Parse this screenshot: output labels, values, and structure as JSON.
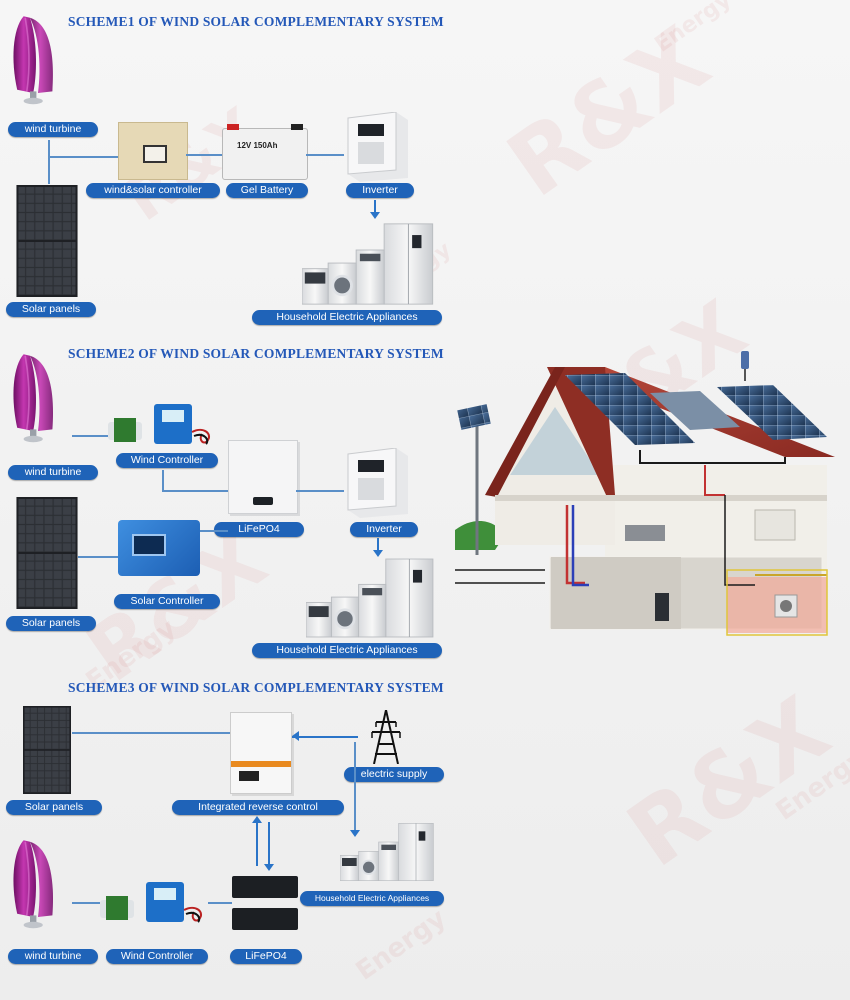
{
  "watermark": {
    "brand": "R&X",
    "sub": "Energy"
  },
  "scheme1": {
    "title": "SCHEME1 OF WIND SOLAR COMPLEMENTARY SYSTEM",
    "labels": {
      "turbine": "wind turbine",
      "controller": "wind&solar controller",
      "battery": "Gel Battery",
      "inverter": "Inverter",
      "solar": "Solar panels",
      "appliances": "Household Electric Appliances"
    },
    "battery_print": "12V 150Ah"
  },
  "scheme2": {
    "title": "SCHEME2 OF WIND SOLAR COMPLEMENTARY SYSTEM",
    "labels": {
      "turbine": "wind turbine",
      "wind_controller": "Wind Controller",
      "lifepo4": "LiFePO4",
      "inverter": "Inverter",
      "solar": "Solar panels",
      "solar_controller": "Solar Controller",
      "appliances": "Household Electric Appliances"
    }
  },
  "scheme3": {
    "title": "SCHEME3 OF WIND SOLAR COMPLEMENTARY SYSTEM",
    "labels": {
      "solar": "Solar panels",
      "integrated": "Integrated reverse control",
      "electric_supply": "electric supply",
      "appliances": "Household Electric Appliances",
      "turbine": "wind turbine",
      "wind_controller": "Wind Controller",
      "lifepo4": "LiFePO4"
    }
  },
  "colors": {
    "title": "#2458b8",
    "label_bg": "#1f63b8",
    "turbine": "#9a1f88",
    "roof": "#a8342a",
    "line": "#5a8fc8"
  }
}
